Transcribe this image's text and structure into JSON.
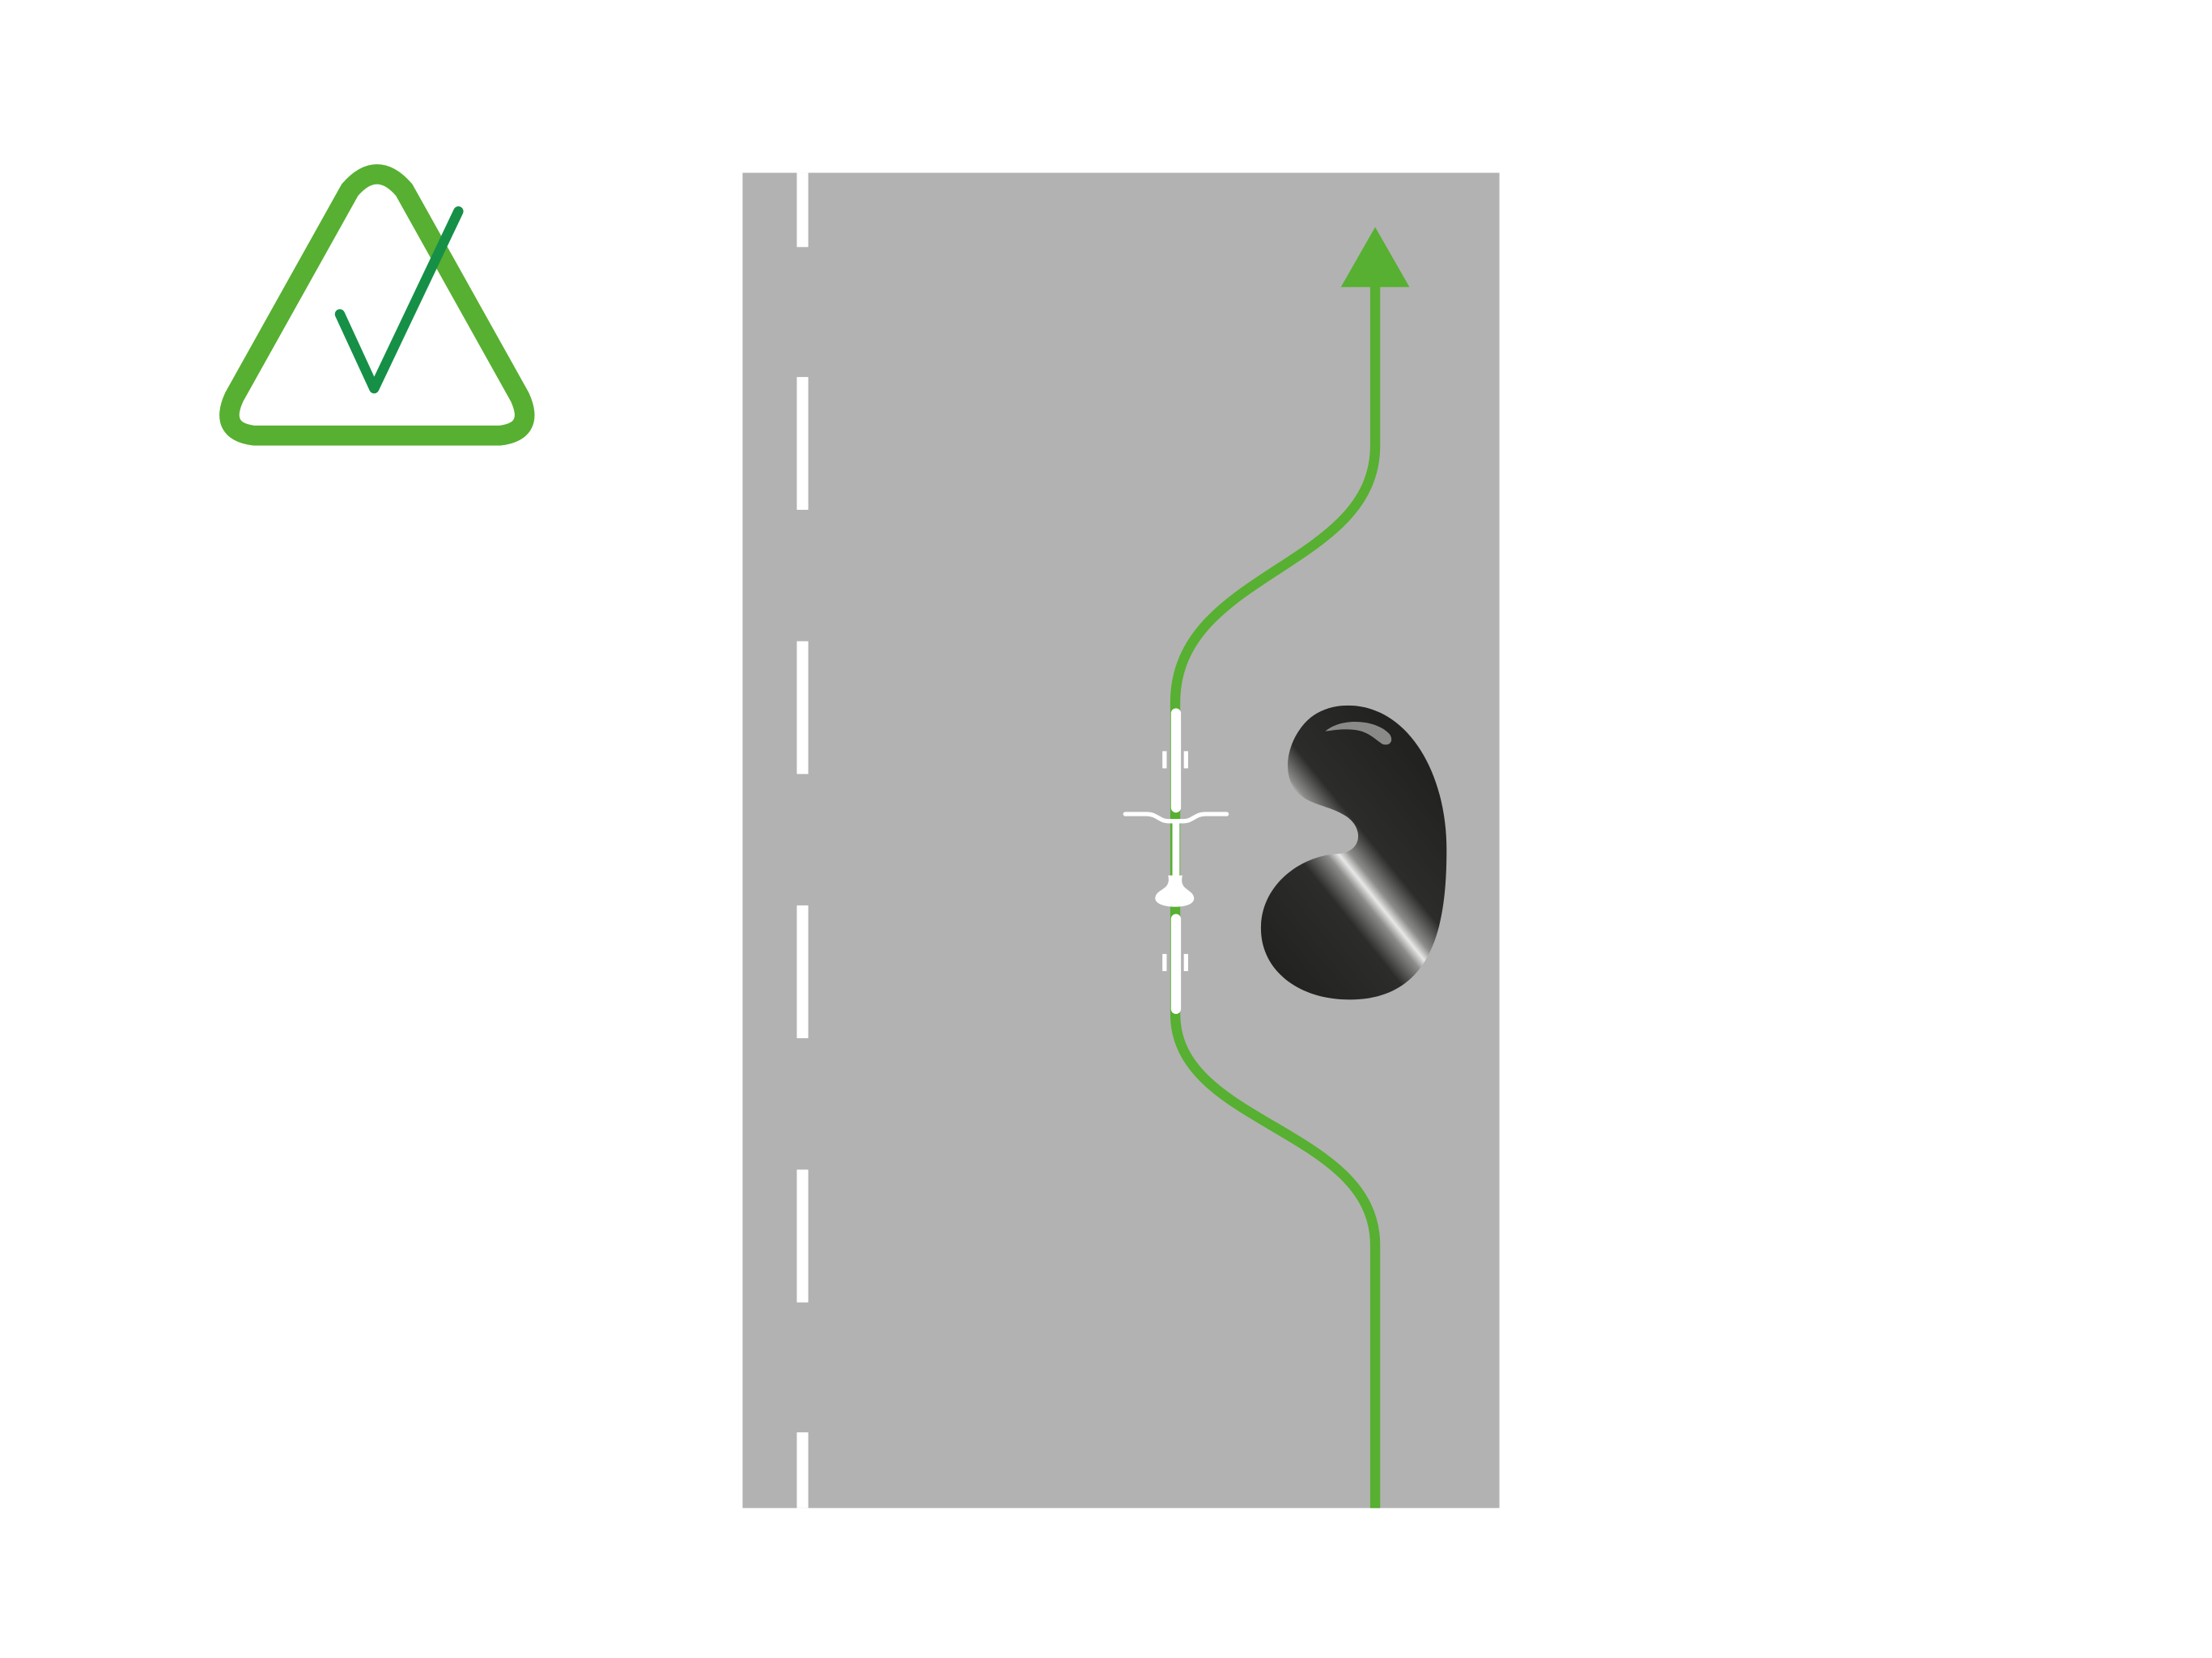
{
  "diagram": {
    "type": "road-safety-illustration",
    "colors": {
      "background": "#ffffff",
      "road": "#b2b2b2",
      "lane_marking": "#ffffff",
      "path": "#57b031",
      "tick": "#169047",
      "pothole": "#222220",
      "cyclist": "#ffffff"
    },
    "icons": {
      "approval_badge": "triangle-check-icon",
      "cyclist": "bicycle-top-view-icon",
      "hazard": "pothole-icon",
      "direction": "arrow-up-icon"
    },
    "lane_dash_count": 6,
    "verdict": "correct"
  }
}
